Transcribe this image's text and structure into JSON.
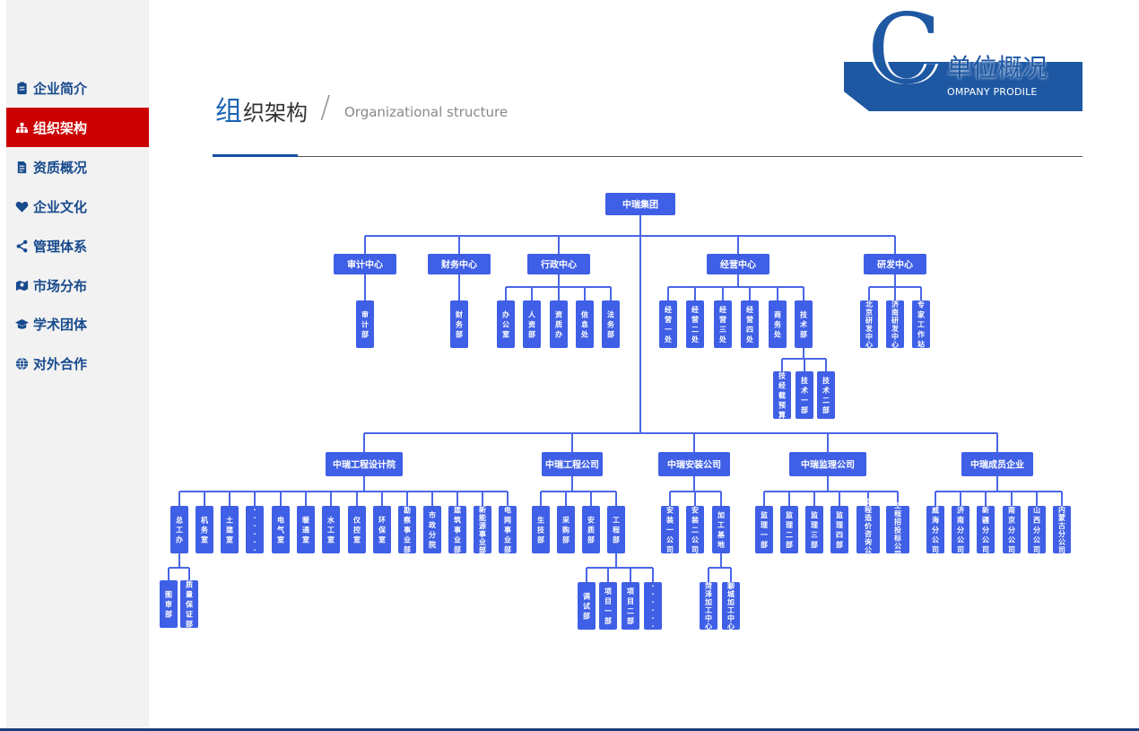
{
  "sidebar": {
    "items": [
      {
        "label": "企业简介",
        "icon": "clipboard-icon",
        "active": false
      },
      {
        "label": "组织架构",
        "icon": "sitemap-icon",
        "active": true
      },
      {
        "label": "资质概况",
        "icon": "document-icon",
        "active": false
      },
      {
        "label": "企业文化",
        "icon": "heart-icon",
        "active": false
      },
      {
        "label": "管理体系",
        "icon": "share-icon",
        "active": false
      },
      {
        "label": "市场分布",
        "icon": "map-pin-icon",
        "active": false
      },
      {
        "label": "学术团体",
        "icon": "graduation-cap-icon",
        "active": false
      },
      {
        "label": "对外合作",
        "icon": "globe-icon",
        "active": false
      }
    ]
  },
  "header": {
    "title_first_char": "组",
    "title_rest": "织架构",
    "divider": "/",
    "title_en": "Organizational structure"
  },
  "badge": {
    "letter": "C",
    "title_cn": "单位概况",
    "title_en": "OMPANY PRODILE"
  },
  "colors": {
    "brand_blue": "#1e58a3",
    "active_red": "#cc0000",
    "org_box": "#3f5fe6",
    "org_line": "#4a66e8"
  },
  "org_chart": {
    "root": "中瑞集团",
    "centers": [
      {
        "name": "审计中心",
        "children": [
          "审计部"
        ]
      },
      {
        "name": "财务中心",
        "children": [
          "财务部"
        ]
      },
      {
        "name": "行政中心",
        "children": [
          "办公室",
          "人资部",
          "资质办",
          "信息处",
          "法务部"
        ]
      },
      {
        "name": "经营中心",
        "children": [
          "经营一处",
          "经营二处",
          "经营三处",
          "经营四处",
          "商务处",
          "技术部"
        ],
        "grandchildren": [
          "技经截预算",
          "技术一部",
          "技术二部"
        ]
      },
      {
        "name": "研发中心",
        "children": [
          "北京研发中心",
          "济南研发中心",
          "专家工作站"
        ]
      }
    ],
    "companies": [
      {
        "name": "中瑞工程设计院",
        "children": [
          "总工办",
          "机务室",
          "土建室",
          "······",
          "电气室",
          "暖通室",
          "水工室",
          "仪控室",
          "环保室",
          "勘察事业部",
          "市政分院",
          "建筑事业部",
          "新能源事业部",
          "电网事业部"
        ],
        "grandchildren": [
          "图审部",
          "质量保证部"
        ]
      },
      {
        "name": "中瑞工程公司",
        "children": [
          "生技部",
          "采购部",
          "安质部",
          "工程部"
        ],
        "grandchildren": [
          "调试部",
          "项目一部",
          "项目二部",
          "······"
        ]
      },
      {
        "name": "中瑞安装公司",
        "children": [
          "安装一公司",
          "安装二公司",
          "加工基地"
        ],
        "grandchildren": [
          "菏泽加工中心",
          "聊城加工中心"
        ]
      },
      {
        "name": "中瑞监理公司",
        "children": [
          "监理一部",
          "监理二部",
          "监理三部",
          "监理四部",
          "工程造价咨询公司",
          "工程招投标公司"
        ]
      },
      {
        "name": "中瑞成员企业",
        "children": [
          "威海分公司",
          "济南分公司",
          "新疆分公司",
          "南京分公司",
          "山西分公司",
          "内蒙古分公司"
        ]
      }
    ]
  }
}
